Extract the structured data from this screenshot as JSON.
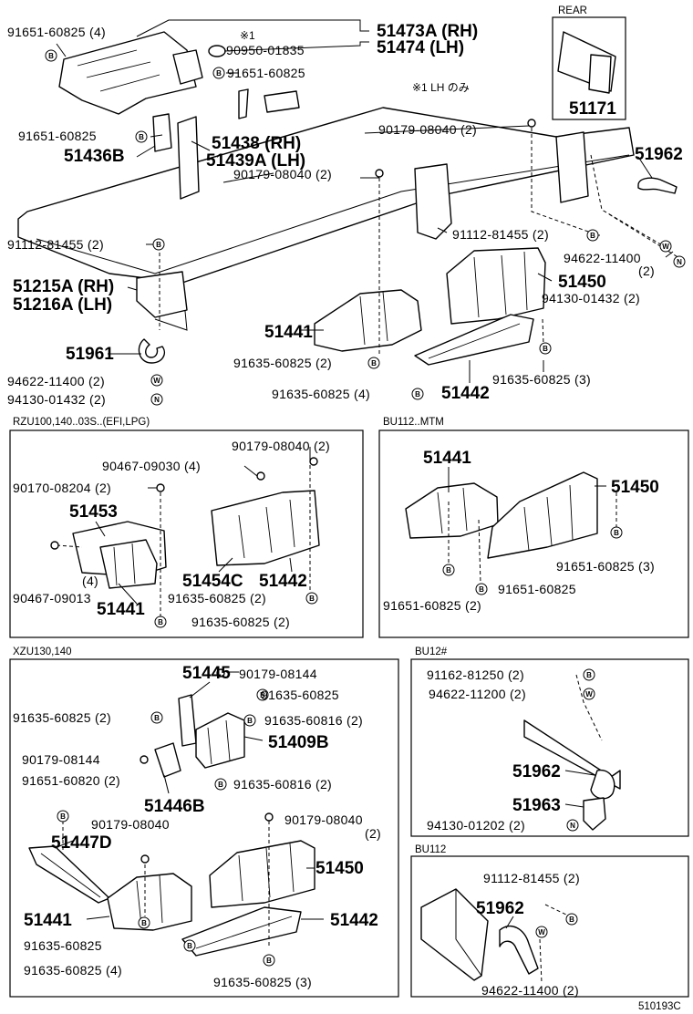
{
  "labels": {
    "l01": "91651-60825 (4)",
    "l02": "※1",
    "l03": "90950-01835",
    "l04": "51473A (RH)",
    "l05": "51474 (LH)",
    "l06": "91651-60825",
    "l07": "※1 LH のみ",
    "l08": "REAR",
    "l09": "51171",
    "l10": "91651-60825",
    "l11": "51436B",
    "l12": "51438 (RH)",
    "l13": "51439A (LH)",
    "l14": "90179-08040 (2)",
    "l15": "51962",
    "l16": "90179-08040 (2)",
    "l17": "91112-81455 (2)",
    "l18": "91112-81455 (2)",
    "l19": "94622-11400",
    "l20": "(2)",
    "l21": "51450",
    "l22": "94130-01432 (2)",
    "l23": "51215A (RH)",
    "l24": "51216A (LH)",
    "l25": "51441",
    "l26": "51961",
    "l27": "91635-60825 (2)",
    "l28": "91635-60825 (3)",
    "l29": "94622-11400 (2)",
    "l30": "91635-60825 (4)",
    "l31": "51442",
    "l32": "94130-01432 (2)",
    "l33": "RZU100,140..03S..(EFI,LPG)",
    "l34": "BU112..MTM",
    "l35": "90179-08040 (2)",
    "l36": "90467-09030 (4)",
    "l37": "90170-08204 (2)",
    "l38": "51453",
    "l39": "(4)",
    "l40": "90467-09013",
    "l41": "51441",
    "l42": "51454C",
    "l43": "51442",
    "l44": "91635-60825 (2)",
    "l45": "91635-60825 (2)",
    "l46": "51441",
    "l47": "51450",
    "l48": "91651-60825 (3)",
    "l49": "91651-60825",
    "l50": "91651-60825 (2)",
    "l51": "XZU130,140",
    "l52": "BU12#",
    "l53": "51445",
    "l54": "90179-08144",
    "l55": "91635-60825",
    "l56": "91635-60825 (2)",
    "l57": "91635-60816 (2)",
    "l58": "51409B",
    "l59": "90179-08144",
    "l60": "91651-60820 (2)",
    "l61": "91635-60816 (2)",
    "l62": "51446B",
    "l63": "90179-08040",
    "l64": "90179-08040",
    "l65": "(2)",
    "l66": "51447D",
    "l67": "51450",
    "l68": "51441",
    "l69": "51442",
    "l70": "91635-60825",
    "l71": "91635-60825 (4)",
    "l72": "91635-60825 (3)",
    "l73": "91162-81250 (2)",
    "l74": "94622-11200 (2)",
    "l75": "51962",
    "l76": "51963",
    "l77": "94130-01202 (2)",
    "l78": "BU112",
    "l79": "91112-81455 (2)",
    "l80": "51962",
    "l81": "94622-11400 (2)",
    "l82": "510193C"
  },
  "symbols": {
    "bolt": "B",
    "washer": "W",
    "nut": "N"
  }
}
